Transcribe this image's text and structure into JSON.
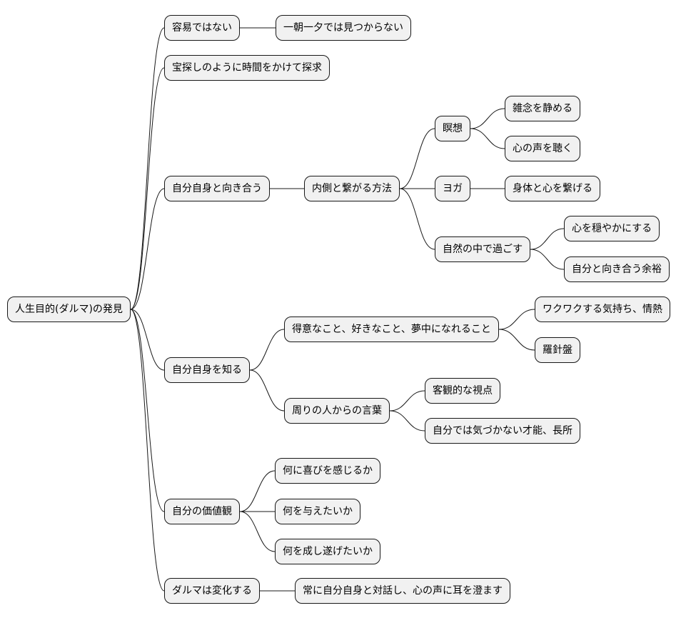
{
  "mindmap": {
    "root": {
      "label": "人生目的(ダルマ)の発見"
    },
    "branches": [
      {
        "label": "容易ではない",
        "children": [
          {
            "label": "一朝一夕では見つからない"
          }
        ]
      },
      {
        "label": "宝探しのように時間をかけて探求"
      },
      {
        "label": "自分自身と向き合う",
        "children": [
          {
            "label": "内側と繋がる方法",
            "children": [
              {
                "label": "瞑想",
                "children": [
                  {
                    "label": "雑念を静める"
                  },
                  {
                    "label": "心の声を聴く"
                  }
                ]
              },
              {
                "label": "ヨガ",
                "children": [
                  {
                    "label": "身体と心を繋げる"
                  }
                ]
              },
              {
                "label": "自然の中で過ごす",
                "children": [
                  {
                    "label": "心を穏やかにする"
                  },
                  {
                    "label": "自分と向き合う余裕"
                  }
                ]
              }
            ]
          }
        ]
      },
      {
        "label": "自分自身を知る",
        "children": [
          {
            "label": "得意なこと、好きなこと、夢中になれること",
            "children": [
              {
                "label": "ワクワクする気持ち、情熱"
              },
              {
                "label": "羅針盤"
              }
            ]
          },
          {
            "label": "周りの人からの言葉",
            "children": [
              {
                "label": "客観的な視点"
              },
              {
                "label": "自分では気づかない才能、長所"
              }
            ]
          }
        ]
      },
      {
        "label": "自分の価値観",
        "children": [
          {
            "label": "何に喜びを感じるか"
          },
          {
            "label": "何を与えたいか"
          },
          {
            "label": "何を成し遂げたいか"
          }
        ]
      },
      {
        "label": "ダルマは変化する",
        "children": [
          {
            "label": "常に自分自身と対話し、心の声に耳を澄ます"
          }
        ]
      }
    ]
  }
}
